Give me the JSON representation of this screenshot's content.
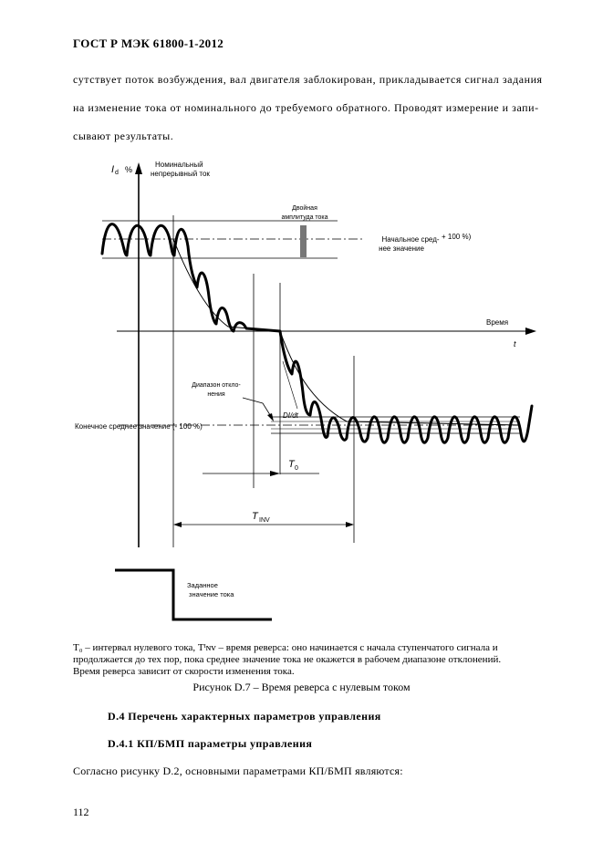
{
  "header": "ГОСТ Р МЭК 61800-1-2012",
  "body_lines": [
    "сутствует поток возбуждения, вал двигателя заблокирован, прикладывается сигнал задания",
    "на изменение тока от номинального до требуемого обратного. Проводят измерение и запи-",
    "сывают результаты."
  ],
  "figure": {
    "y_label": "I",
    "y_label_sub": "d",
    "y_unit": "%",
    "nominal_label": [
      "Номинальный",
      "непрерывный ток"
    ],
    "double_amp_label": [
      "Двойная",
      "амплитуда тока"
    ],
    "initial_mean_label": [
      "Начальное сред-",
      "нее значение"
    ],
    "initial_mean_value": "+ 100 %)",
    "time_label": "Время",
    "t_label": "t",
    "dev_range_label": [
      "Диапазон откло-",
      "нения"
    ],
    "didt_label": "DI/dt",
    "final_mean_label": "Конечное среднее значение  (- 100 %)",
    "t0_label": "T",
    "t0_sub": "0",
    "tinv_label": "T",
    "tinv_sub": "INV",
    "setpoint_label": [
      "Заданное",
      "значение тока"
    ]
  },
  "caption_lines": [
    "T₀ – интервал нулевого тока, Tᴵɴᴠ –  время реверса: оно начинается с начала ступенчатого сигнала и",
    "продолжается до тех пор, пока среднее значение тока не окажется в рабочем диапазоне отклонений.",
    "Время реверса зависит от скорости изменения тока."
  ],
  "figure_caption": "Рисунок D.7 – Время реверса с нулевым током",
  "section_d4": "D.4   Перечень характерных параметров управления",
  "section_d41": "D.4.1   КП/БМП параметры управления",
  "body_last": "Согласно рисунку D.2, основными параметрами КП/БМП являются:",
  "page_number": "112"
}
